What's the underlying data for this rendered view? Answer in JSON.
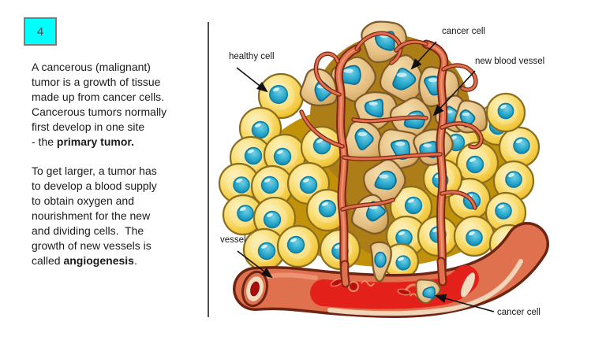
{
  "slide": {
    "number": "4"
  },
  "text_panel": {
    "paragraph1_lines": [
      [
        {
          "t": "A cancerous (malignant)"
        }
      ],
      [
        {
          "t": "tumor is a growth of tissue"
        }
      ],
      [
        {
          "t": "made up from cancer cells."
        }
      ],
      [
        {
          "t": "Cancerous tumors normally"
        }
      ],
      [
        {
          "t": "first develop in one site"
        }
      ],
      [
        {
          "t": "- the "
        },
        {
          "t": "primary tumor.",
          "b": true
        }
      ]
    ],
    "paragraph2_lines": [
      [
        {
          "t": "To get larger, a tumor has"
        }
      ],
      [
        {
          "t": "to develop a blood supply"
        }
      ],
      [
        {
          "t": "to obtain oxygen and"
        }
      ],
      [
        {
          "t": "nourishment for the new"
        }
      ],
      [
        {
          "t": "and dividing cells.  The"
        }
      ],
      [
        {
          "t": "growth of new vessels is"
        }
      ],
      [
        {
          "t": "called "
        },
        {
          "t": "angiogenesis",
          "b": true
        },
        {
          "t": "."
        }
      ]
    ]
  },
  "diagram": {
    "labels": {
      "healthy_cell": "healthy cell",
      "cancer_cell_top": "cancer cell",
      "new_blood_vessel": "new blood vessel",
      "vessel": "vessel",
      "cancer_cell_bottom": "cancer cell"
    },
    "colors": {
      "slide_number_bg": "#00FFFF",
      "tissue_bg": "#C19209",
      "tumor_bg": "#AD7D18",
      "healthy_cell": "#F6CF45",
      "nucleus_teal": "#29A9CD",
      "cancer_cell": "#E3BC7C",
      "vessel_salmon": "#E0714E",
      "vessel_outline": "#7E2413",
      "blood_red": "#E3201A",
      "label_color": "#161616"
    }
  }
}
